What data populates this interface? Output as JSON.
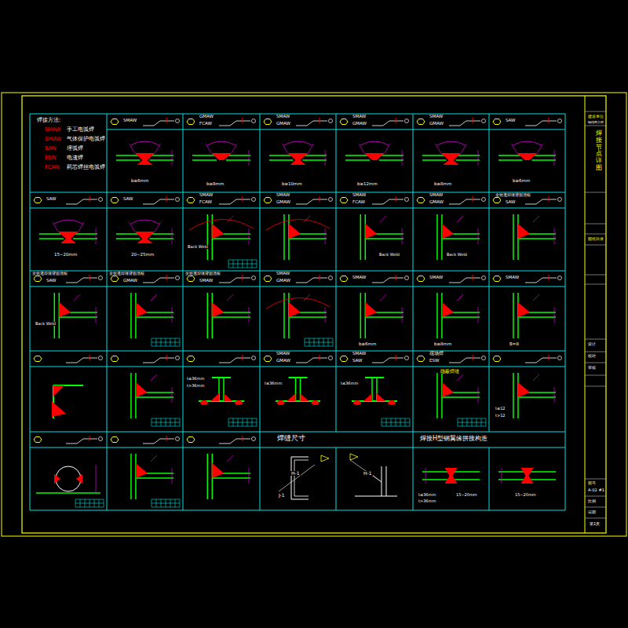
{
  "diagram": {
    "labels": [
      "焊接方法:",
      "SMAW",
      "手工电弧焊",
      "GMAW",
      "气体保护电弧焊",
      "SAW",
      "埋弧焊",
      "ESW",
      "电渣焊",
      "FCAW",
      "药芯焊丝电弧焊",
      "SMAW",
      "GMAW",
      "FCAW",
      "SMAW",
      "GMAW",
      "SMAW",
      "GMAW",
      "SMAW",
      "GMAW",
      "SAW",
      "SAW",
      "SAW",
      "SMAW",
      "FCAW",
      "SMAW",
      "GMAW",
      "SMAW",
      "FCAW",
      "SMAW",
      "GMAW",
      "全熔透焊缝背面清根",
      "SAW",
      "全熔透焊缝背面清根",
      "SAW",
      "全熔透焊缝背面清根",
      "GMAW",
      "全熔透焊缝背面清根",
      "SMAW",
      "SMAW",
      "GMAW",
      "SMAW",
      "SMAW",
      "SMAW",
      "SMAW",
      "GMAW",
      "SMAW",
      "SAW",
      "现场焊",
      "ESW",
      "焊缝尺寸",
      "焊接H型钢翼缘拼接构造",
      "b≥6mm",
      "b≥8mm",
      "b≥10mm",
      "b≥12mm",
      "b≥8mm",
      "b≥6mm",
      "15~20mm",
      "20~25mm",
      "Back Weld",
      "Back Weld",
      "Back Weld",
      "Back Weld",
      "b≥6mm",
      "b≥8mm",
      "B=8",
      "t≤36mm",
      "t>36mm",
      "t≤36mm",
      "t≤36mm",
      "隐蔽焊缝",
      "t≤12",
      "t>12",
      "H-1",
      "J-1",
      "H-1",
      "t≤36mm",
      "t>36mm",
      "15~20mm",
      "15~20mm",
      "建设单位",
      "钢结构工程",
      "焊接节点详图",
      "图纸目录",
      "设计",
      "校对",
      "审核",
      "图号",
      "A-02 #1",
      "比例",
      "日期",
      "第1页"
    ]
  }
}
